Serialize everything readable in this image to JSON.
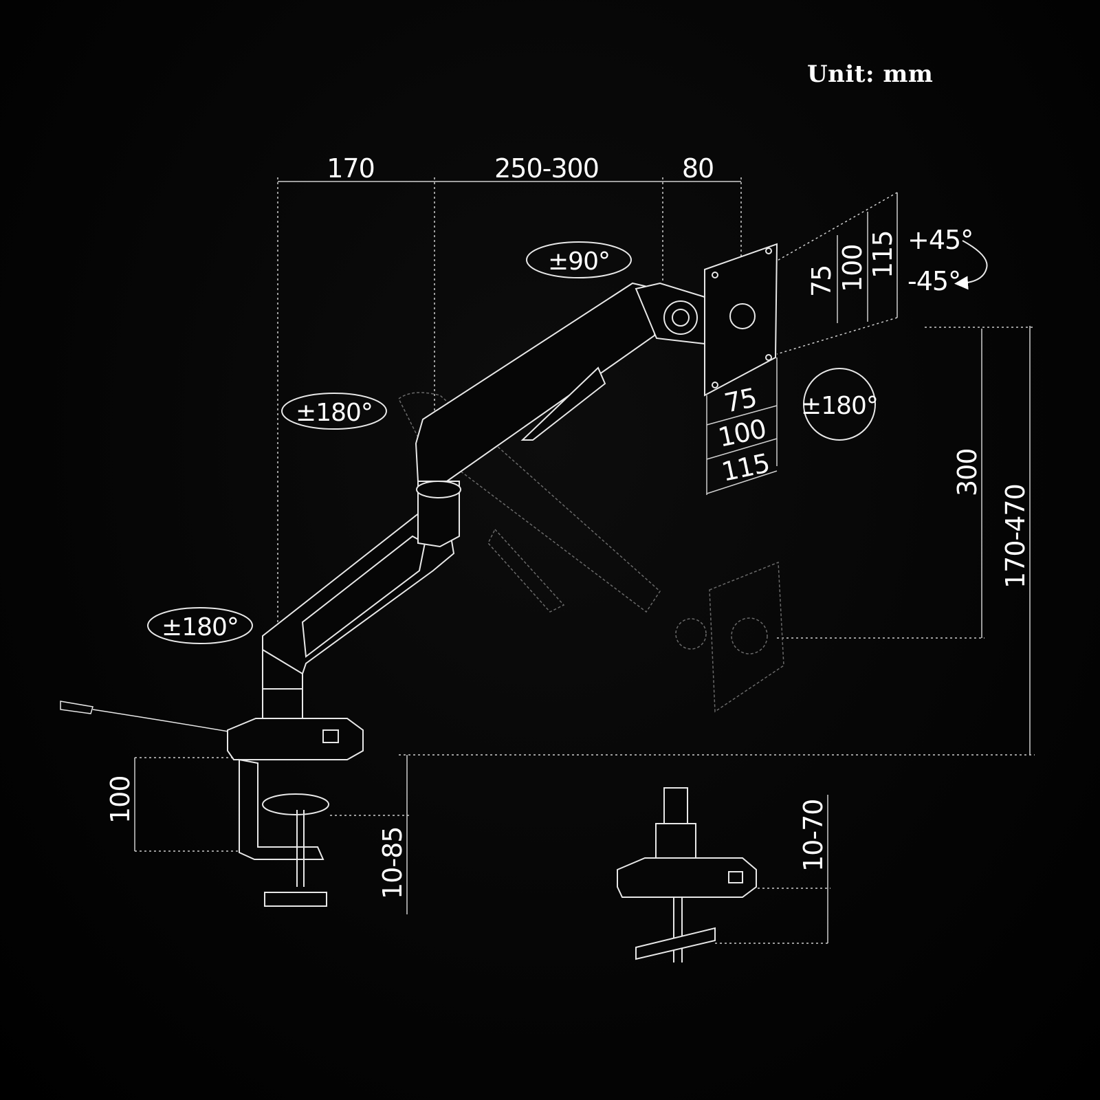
{
  "unit_label": "Unit: mm",
  "top_dimensions": [
    "170",
    "250-300",
    "80"
  ],
  "vesa_vertical": [
    "75",
    "100",
    "115"
  ],
  "vesa_horizontal": [
    "75",
    "100",
    "115"
  ],
  "tilt": {
    "up": "+45°",
    "down": "-45°"
  },
  "rotations": {
    "head_swivel": "±90°",
    "elbow": "±180°",
    "base": "±180°",
    "screen": "±180°"
  },
  "height_dimensions": {
    "arm_lift": "300",
    "total_range": "170-470"
  },
  "clamp_dimensions": {
    "base_height": "100",
    "clamp_range": "10-85"
  },
  "grommet_dimension": "10-70"
}
